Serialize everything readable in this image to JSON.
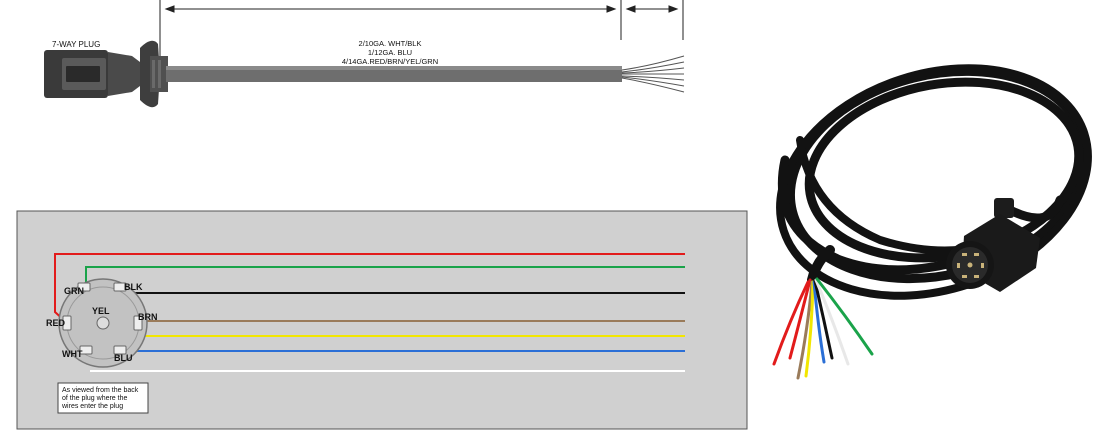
{
  "plug_diagram": {
    "plug_label": "7-WAY PLUG",
    "wire_spec": [
      "2/10GA. WHT/BLK",
      "1/12GA. BLU",
      "4/14GA.RED/BRN/YEL/GRN"
    ]
  },
  "wiring_diagram": {
    "pins": [
      {
        "label": "GRN",
        "color": "#1aa34a"
      },
      {
        "label": "BLK",
        "color": "#111111"
      },
      {
        "label": "RED",
        "color": "#e21b1b"
      },
      {
        "label": "YEL",
        "color": "#f2e600"
      },
      {
        "label": "BRN",
        "color": "#9a7b5a"
      },
      {
        "label": "WHT",
        "color": "#ffffff"
      },
      {
        "label": "BLU",
        "color": "#2b6fd6"
      }
    ],
    "note": [
      "As viewed from the back",
      "of the plug where the",
      "wires enter the plug"
    ]
  },
  "photo": {
    "cable_color": "#121212",
    "wire_colors": [
      "#e21b1b",
      "#9a7b5a",
      "#f2e600",
      "#2b6fd6",
      "#111111",
      "#ffffff",
      "#1aa34a"
    ]
  }
}
